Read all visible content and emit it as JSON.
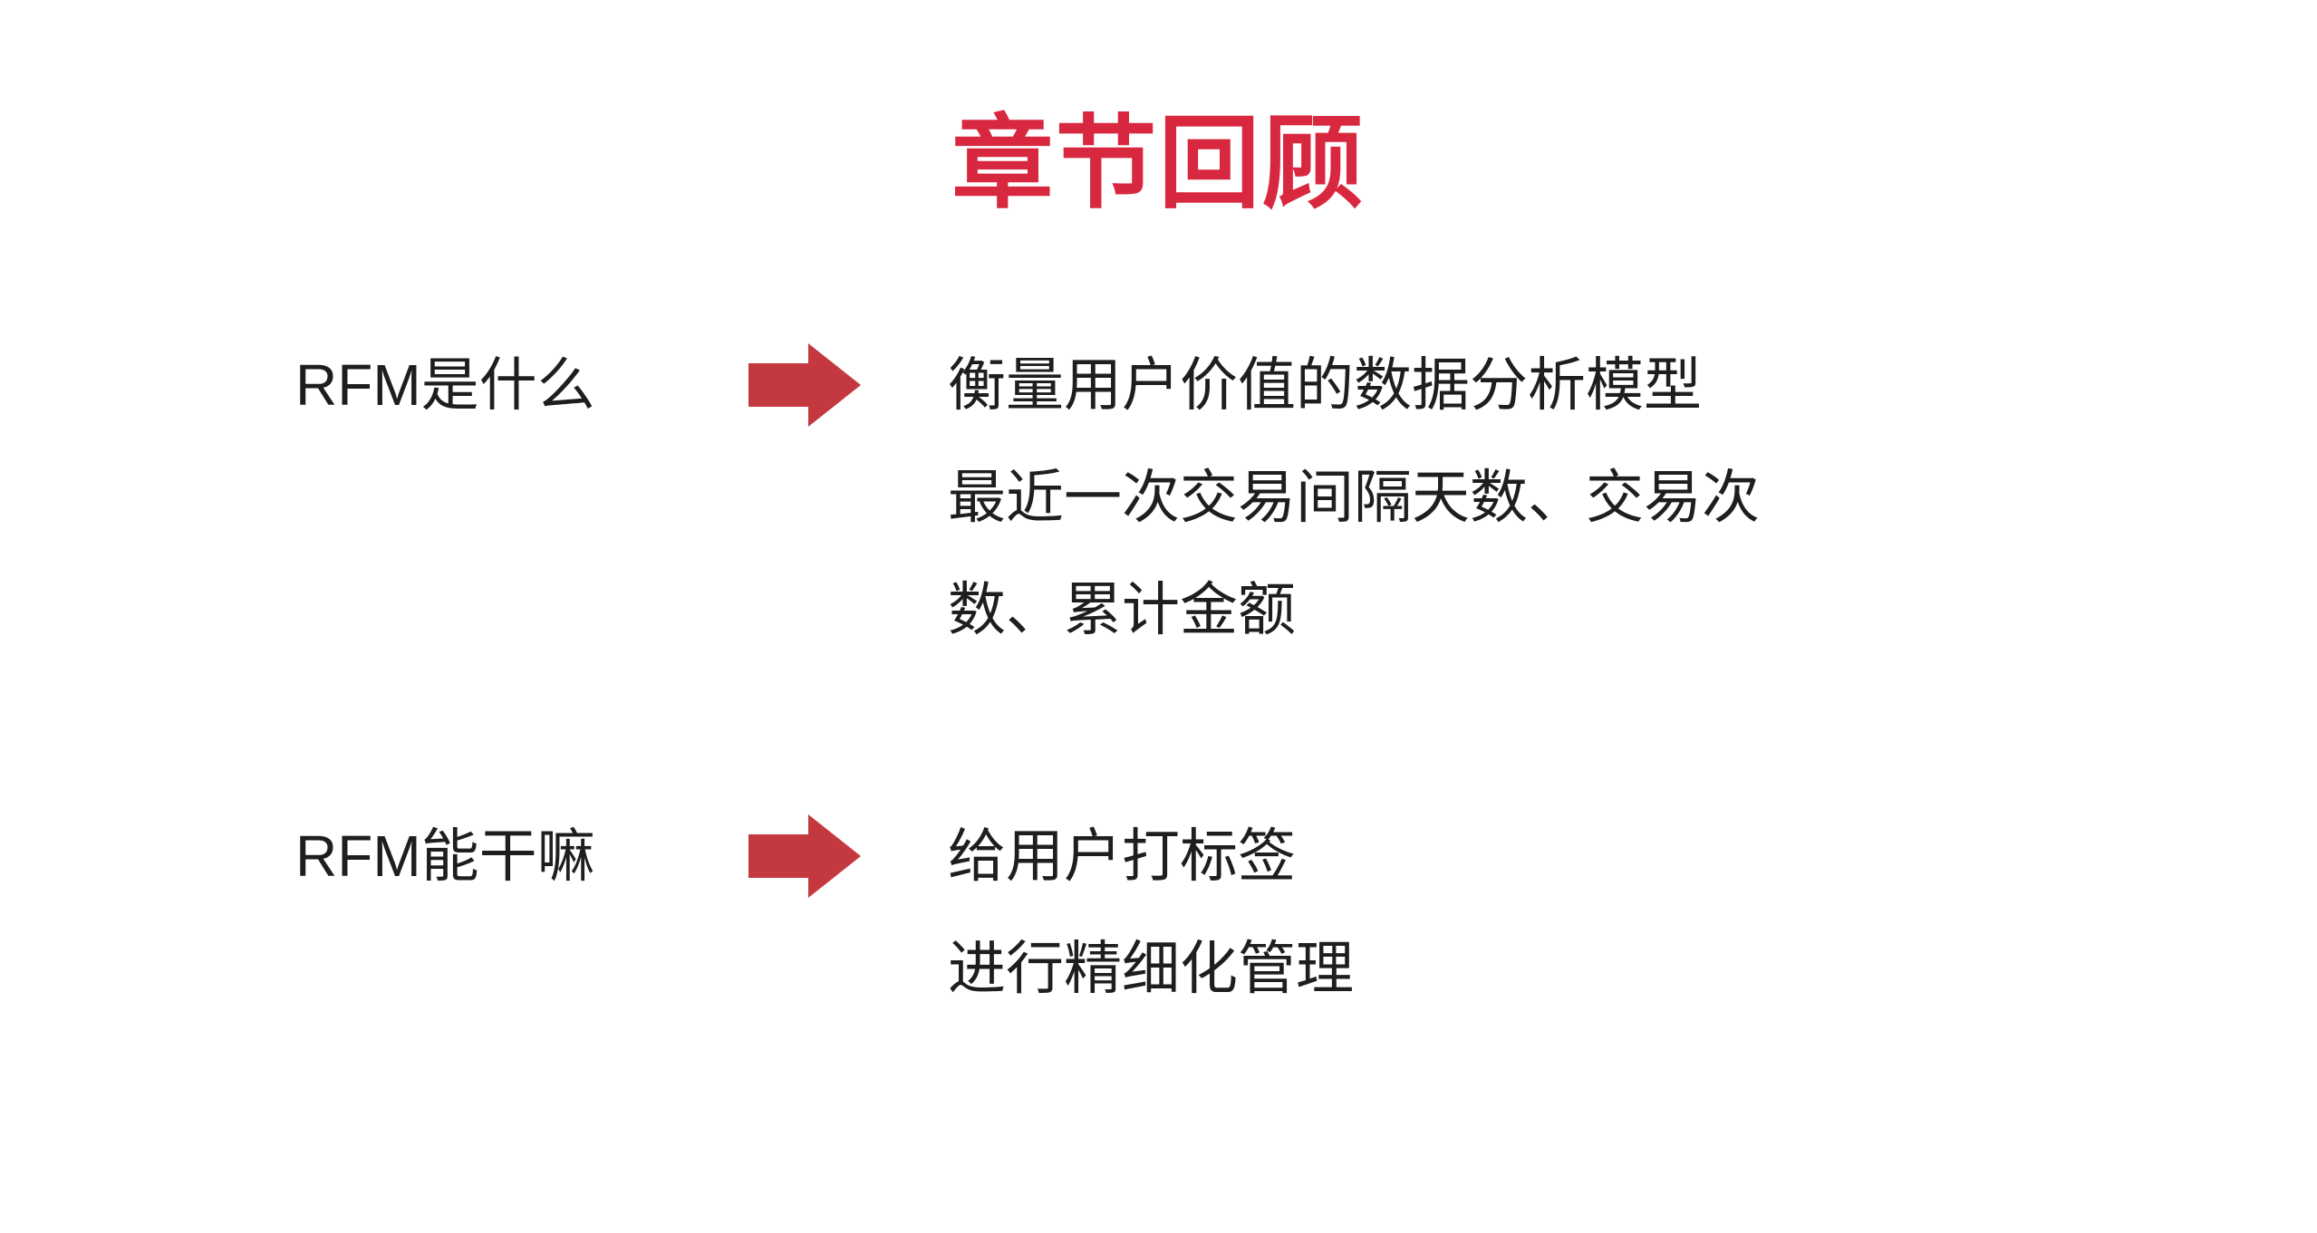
{
  "slide": {
    "title": "章节回顾",
    "title_color": "#D8283F",
    "background_color": "#FFFFFF",
    "text_color": "#1E1E1E",
    "arrow_color": "#C4393F"
  },
  "rows": [
    {
      "label": "RFM是什么",
      "arrow_icon": "right-arrow-icon",
      "content_lines": [
        "衡量用户价值的数据分析模型",
        "最近一次交易间隔天数、交易次",
        "数、累计金额"
      ]
    },
    {
      "label": "RFM能干嘛",
      "arrow_icon": "right-arrow-icon",
      "content_lines": [
        "给用户打标签",
        "进行精细化管理"
      ]
    }
  ]
}
